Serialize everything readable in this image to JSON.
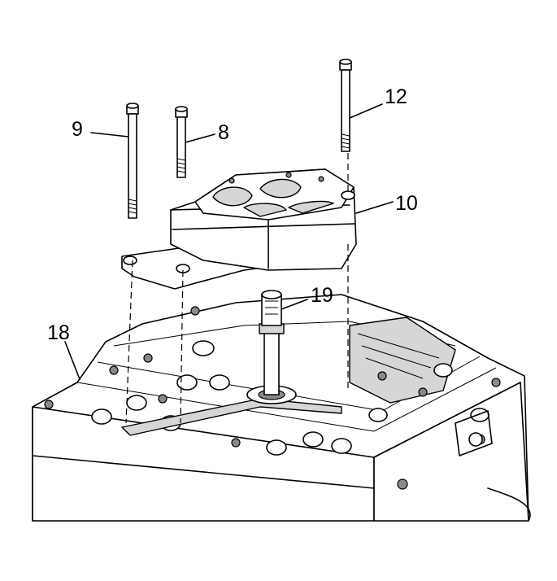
{
  "callouts": {
    "bolt_12": "12",
    "bolt_9": "9",
    "bolt_8": "8",
    "cover_10": "10",
    "shaft_19": "19",
    "body_18": "18"
  }
}
